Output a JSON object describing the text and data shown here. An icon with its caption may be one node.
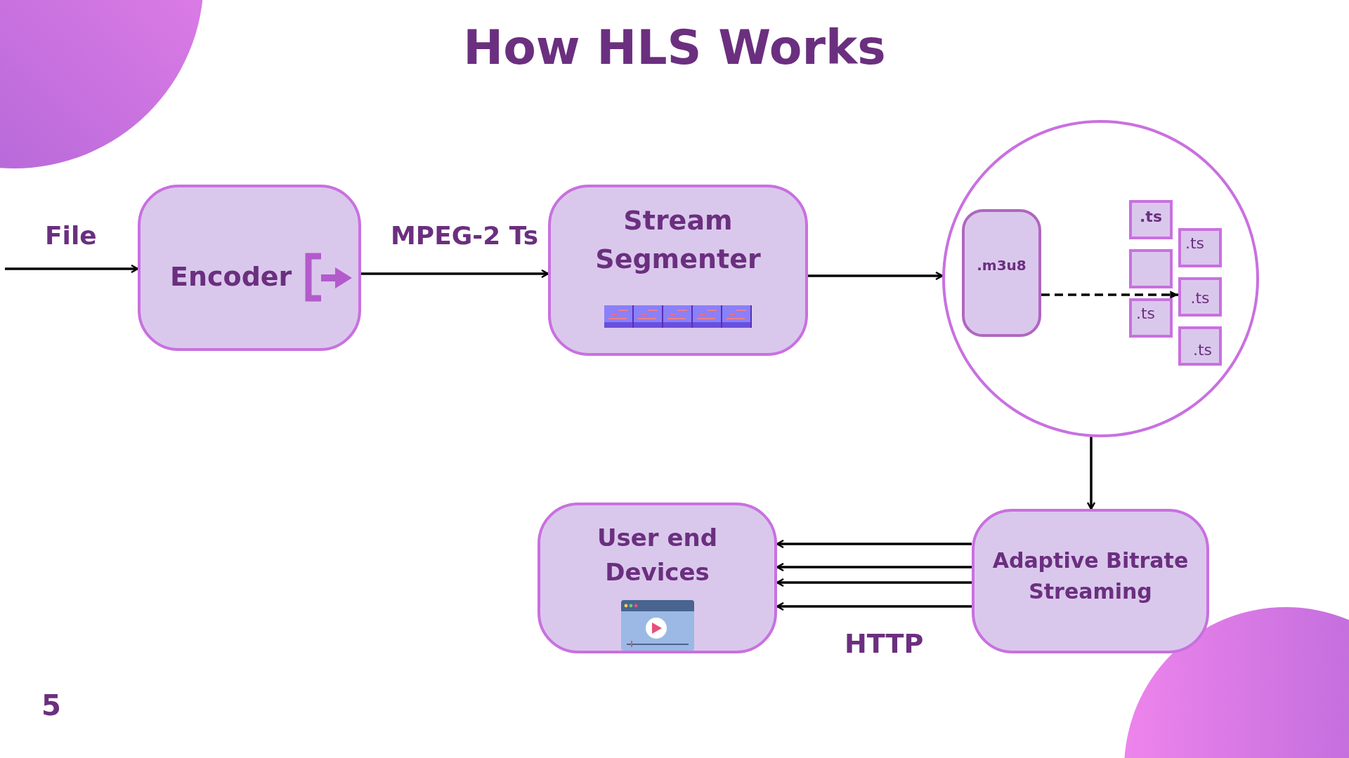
{
  "diagram": {
    "title": "How HLS Works",
    "nodes": [
      {
        "text": [
          "Encoder"
        ]
      },
      {
        "text": [
          "Stream Segmenter"
        ]
      },
      {
        "text": [],
        "shape": "circle"
      },
      {
        "text": [
          ".m3u8"
        ],
        "in": 2
      },
      {
        "text": [
          ".ts"
        ],
        "in": 2
      },
      {
        "text": [
          ".ts"
        ],
        "in": 2
      },
      {
        "text": [],
        "shape": "box",
        "in": 2
      },
      {
        "text": [
          ".ts"
        ],
        "in": 2
      },
      {
        "text": [
          ".ts"
        ],
        "in": 2
      },
      {
        "text": [
          ".ts"
        ],
        "in": 2
      },
      {
        "text": [
          "User end Devices"
        ]
      },
      {
        "text": [
          "Adaptive Bitrate Streaming"
        ]
      }
    ],
    "edges": [
      {
        "from": null,
        "to": 0,
        "arrow": "to",
        "label": "File"
      },
      {
        "from": 0,
        "to": 1,
        "arrow": "to",
        "label": "MPEG-2 Ts"
      },
      {
        "from": 1,
        "to": 2,
        "arrow": "to"
      },
      {
        "from": 3,
        "to": 7,
        "arrow": "to",
        "style": "dashed"
      },
      {
        "from": 2,
        "to": 11,
        "arrow": "to"
      },
      {
        "from": 11,
        "to": 10,
        "arrow": "to"
      },
      {
        "from": 11,
        "to": 10,
        "arrow": "to"
      },
      {
        "from": 11,
        "to": 10,
        "arrow": "to"
      },
      {
        "from": 11,
        "to": 10,
        "arrow": "to"
      }
    ],
    "labels": [
      "HTTP",
      "5"
    ]
  }
}
